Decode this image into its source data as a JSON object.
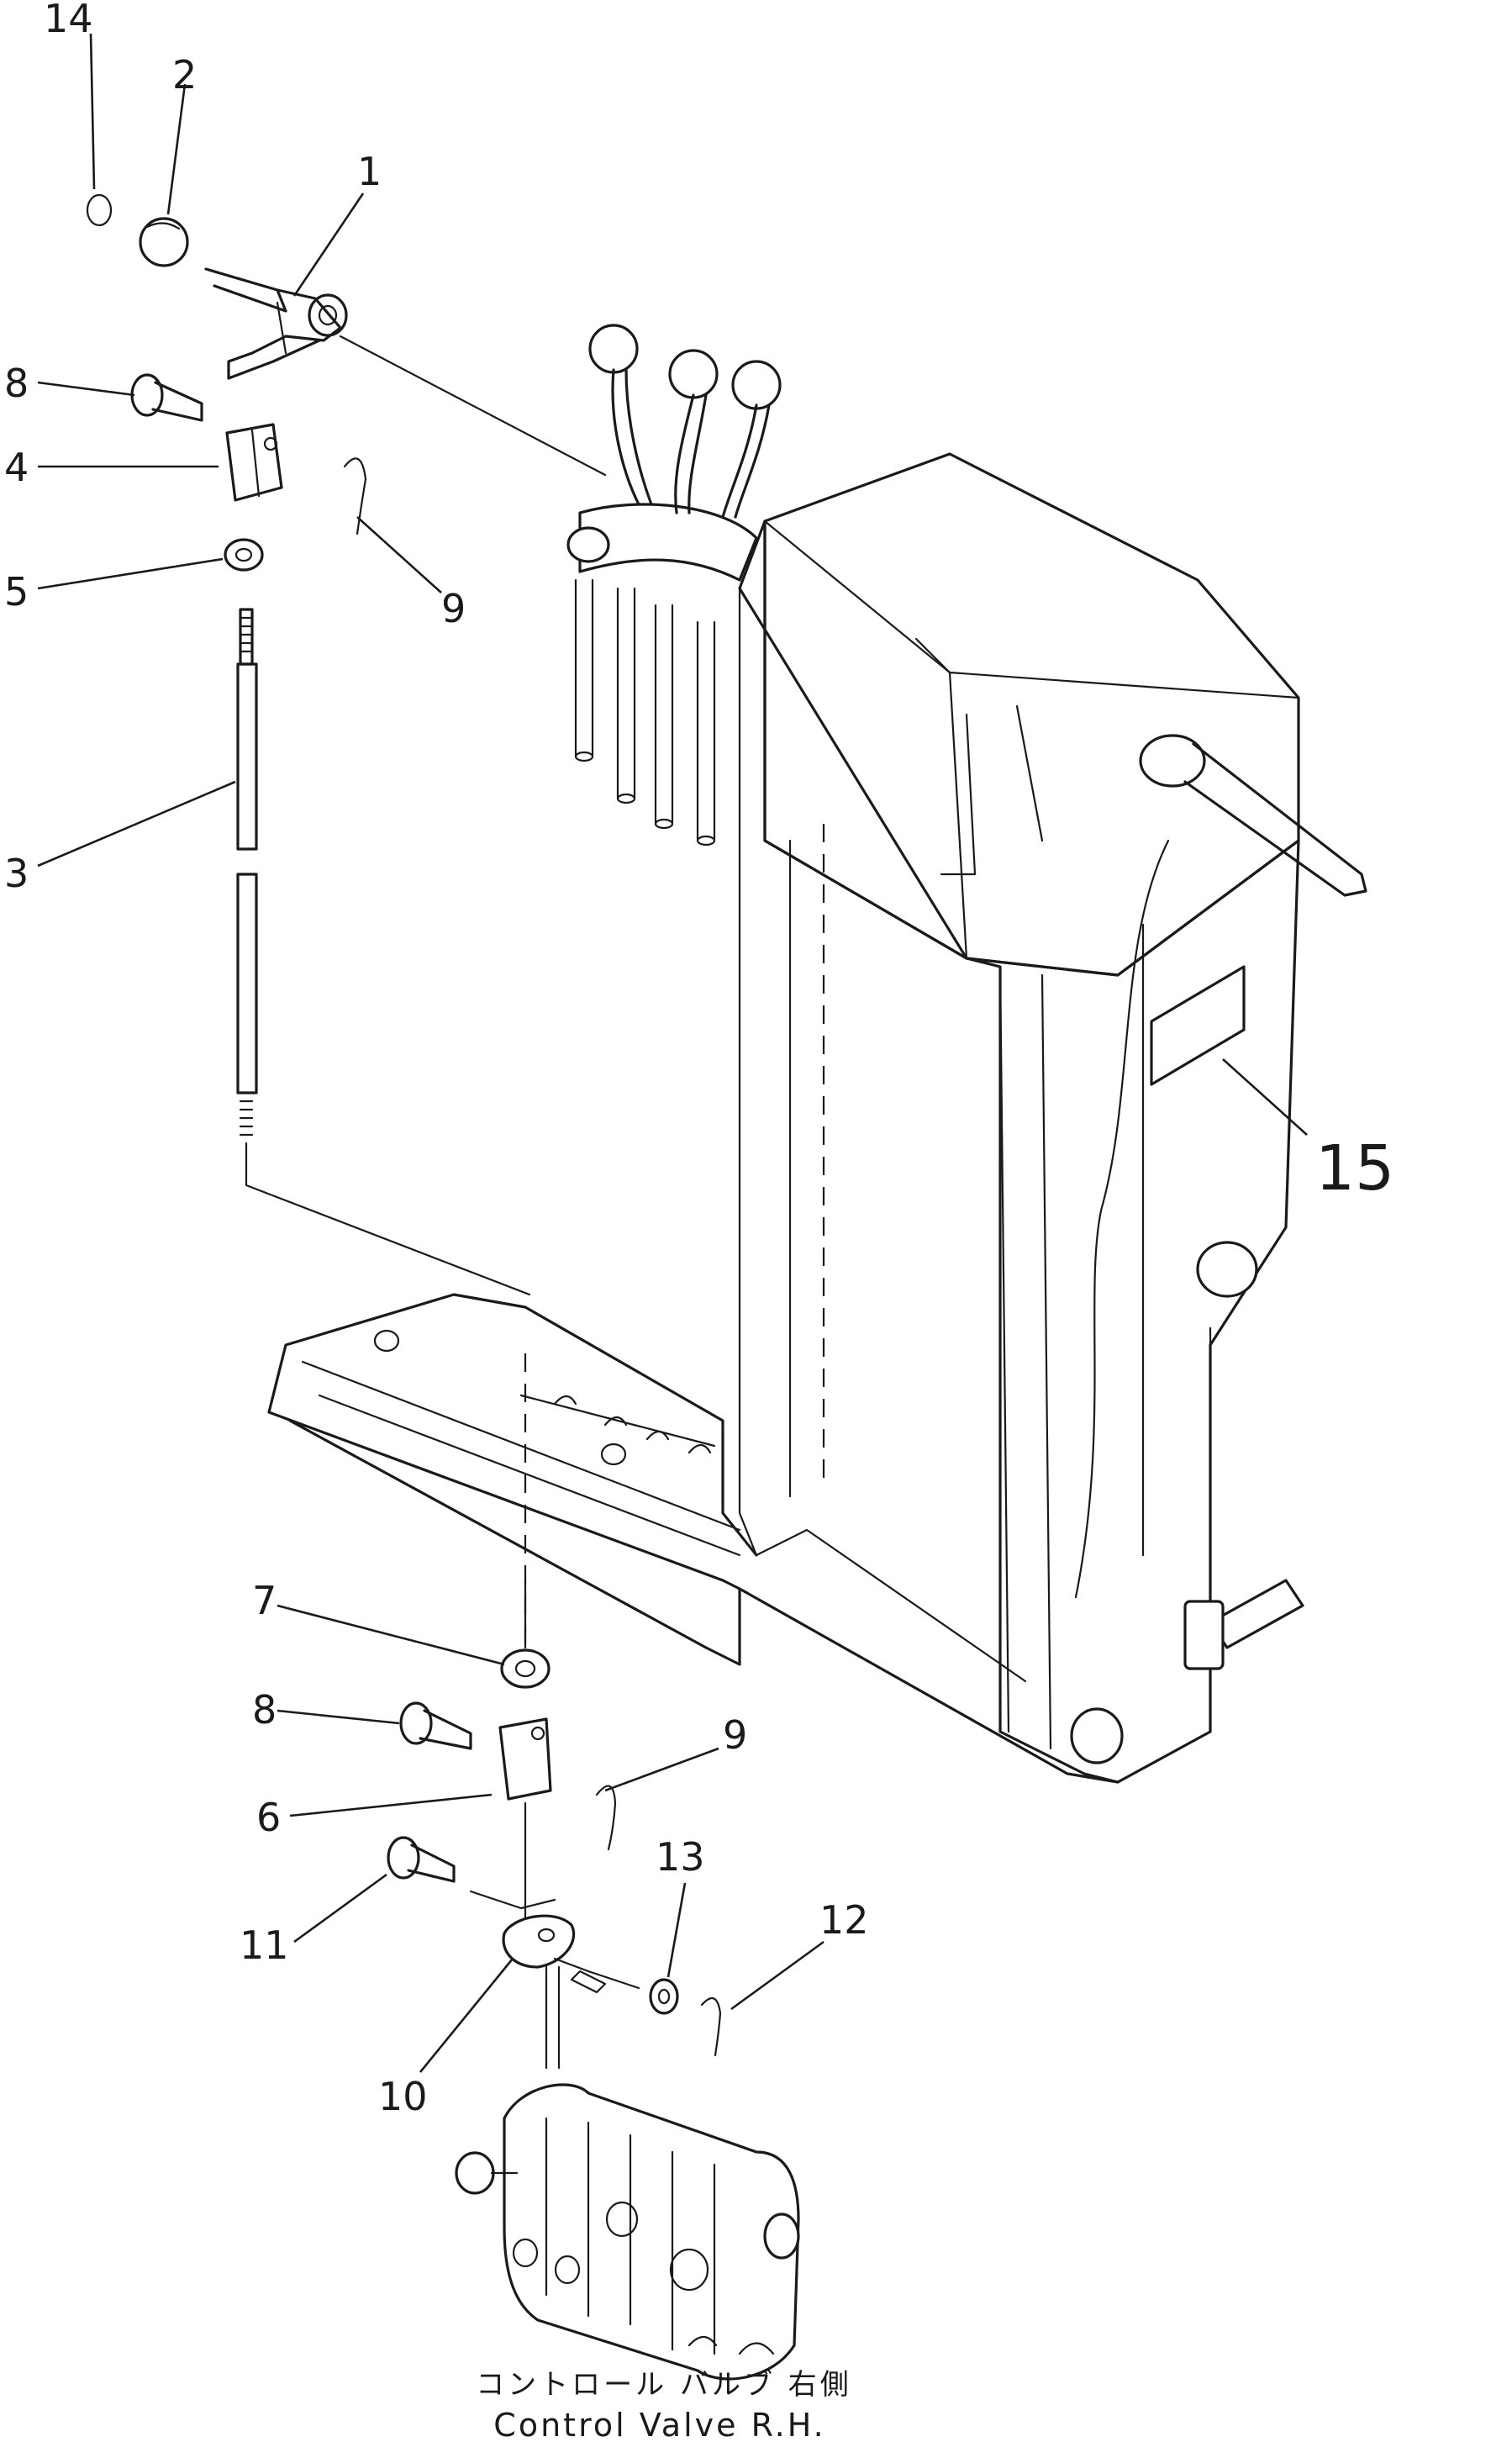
{
  "callouts": {
    "c14": "14",
    "c2": "2",
    "c1": "1",
    "c8a": "8",
    "c4": "4",
    "c5": "5",
    "c9a": "9",
    "c3": "3",
    "c15": "15",
    "c7": "7",
    "c8b": "8",
    "c9b": "9",
    "c6": "6",
    "c13": "13",
    "c12": "12",
    "c11": "11",
    "c10": "10"
  },
  "caption": {
    "japanese": "コントロール バルブ 右側",
    "english": "Control Valve R.H."
  },
  "colors": {
    "ink": "#1a1a1a",
    "paper": "#ffffff"
  }
}
